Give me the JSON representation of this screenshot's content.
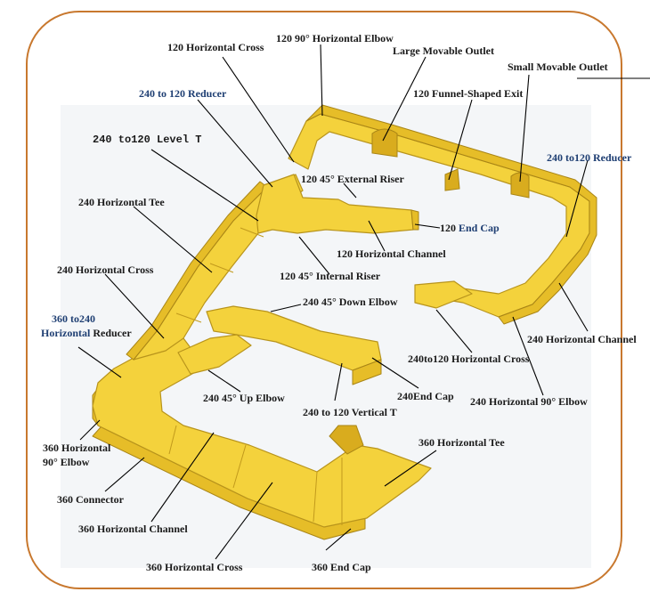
{
  "labels": {
    "horizontal_cross_120": "120 Horizontal Cross",
    "elbow_90_120": "120 90° Horizontal Elbow",
    "large_movable_outlet": "Large Movable Outlet",
    "small_movable_outlet": "Small Movable Outlet",
    "reducer_240_120_left": "240 to 120 Reducer",
    "funnel_exit_120": "120 Funnel-Shaped Exit",
    "level_t_240_120": "240 to120 Level T",
    "reducer_240_120_right": "240 to120 Reducer",
    "external_riser_120": "120 45° External Riser",
    "horizontal_tee_240": "240 Horizontal Tee",
    "end_cap_120_num": "120",
    "end_cap_120_text": "End Cap",
    "horizontal_channel_120": "120 Horizontal Channel",
    "horizontal_cross_240": "240 Horizontal Cross",
    "internal_riser_120": "120 45° Internal Riser",
    "down_elbow_240": "240 45° Down Elbow",
    "reducer_360_240_line1": "360 to240",
    "reducer_360_240_line2a": "Horizontal",
    "reducer_360_240_line2b": " Reducer",
    "horizontal_channel_240": "240 Horizontal Channel",
    "horizontal_cross_240_120": "240to120 Horizontal Cross",
    "up_elbow_240": "240 45° Up Elbow",
    "end_cap_240": "240End Cap",
    "vertical_t_240_120": "240 to 120 Vertical T",
    "elbow_90_240": "240 Horizontal 90° Elbow",
    "elbow_90_360_line1": "360 Horizontal",
    "elbow_90_360_line2": "90°  Elbow",
    "horizontal_tee_360": "360 Horizontal Tee",
    "connector_360": "360 Connector",
    "horizontal_channel_360": "360 Horizontal Channel",
    "horizontal_cross_360": "360 Horizontal Cross",
    "end_cap_360": "360  End  Cap"
  },
  "colors": {
    "frame": "#c8782e",
    "tray": "#f4d23c",
    "blue_text": "#1f3f73"
  }
}
